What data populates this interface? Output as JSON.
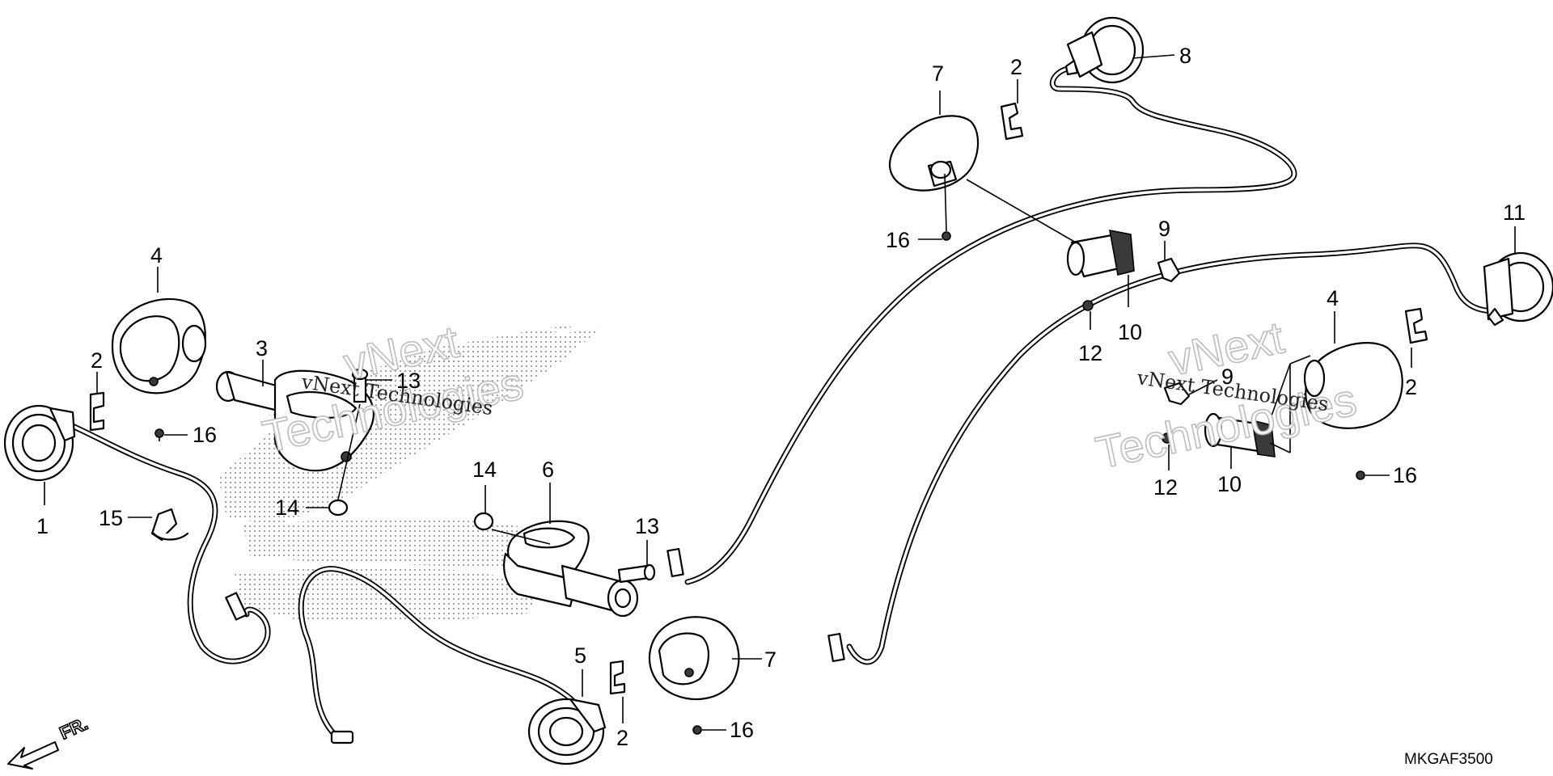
{
  "diagram": {
    "callouts": [
      "1",
      "2",
      "3",
      "4",
      "5",
      "6",
      "7",
      "8",
      "9",
      "10",
      "11",
      "12",
      "13",
      "14",
      "15",
      "16"
    ],
    "direction_label": "FR.",
    "drawing_code": "MKGAF3500",
    "watermark": {
      "brand_word_1": "vNext",
      "brand_word_2": "Technologies",
      "brand_full": "vNext Technologies"
    }
  }
}
